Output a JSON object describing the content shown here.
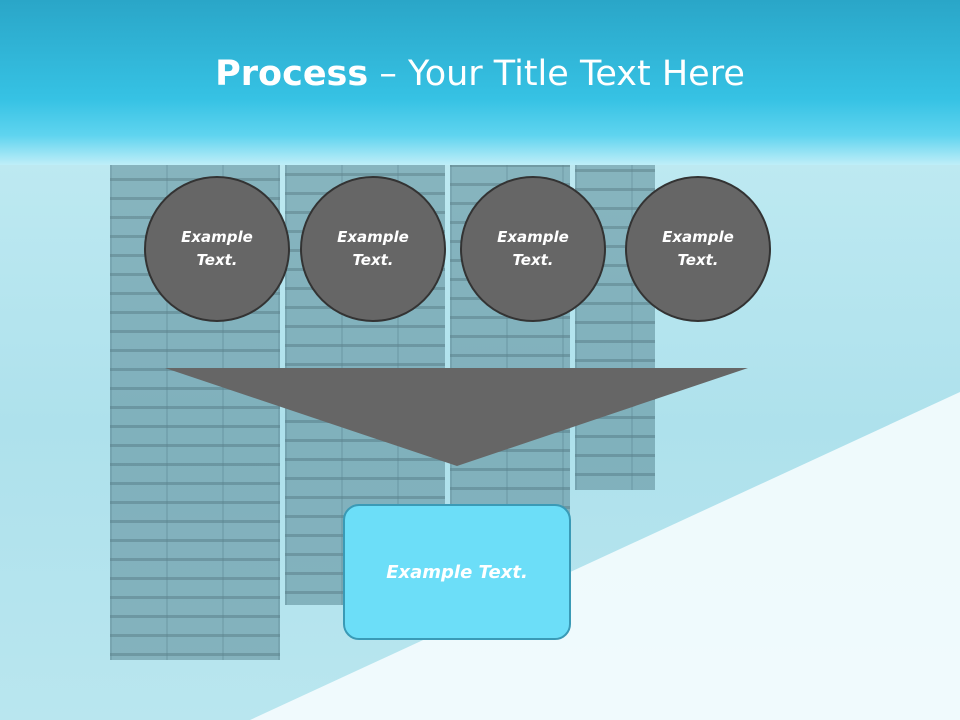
{
  "slide": {
    "title_bold": "Process",
    "title_rest": " – Your Title Text Here",
    "steps": [
      {
        "text": "Example Text."
      },
      {
        "text": "Example Text."
      },
      {
        "text": "Example Text."
      },
      {
        "text": "Example Text."
      }
    ],
    "result": {
      "text": "Example Text."
    }
  },
  "colors": {
    "header": "#36c2e4",
    "circle_fill": "#666666",
    "funnel_fill": "#666666",
    "result_fill": "#6cdef8"
  }
}
